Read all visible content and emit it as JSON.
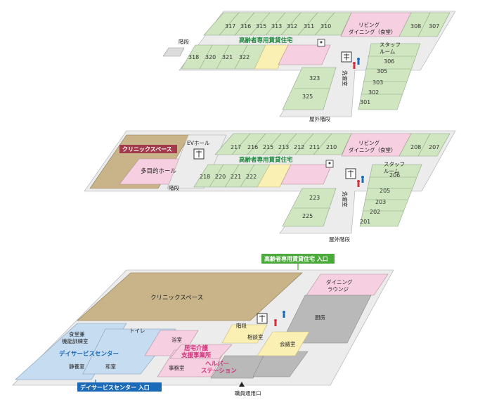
{
  "floor3": {
    "rooms_top": [
      "317",
      "316",
      "315",
      "313",
      "312",
      "311",
      "310"
    ],
    "rooms_right": [
      "308",
      "307"
    ],
    "rooms_left": [
      "318",
      "320",
      "321",
      "322"
    ],
    "rooms_east": [
      "306",
      "305",
      "303",
      "302",
      "301"
    ],
    "rooms_inner": [
      "323",
      "325"
    ],
    "living": "リビング\nダイニング（食堂）",
    "living_l1": "リビング",
    "living_l2": "ダイニング（食堂）",
    "title": "高齢者専用賃貸住宅",
    "stairs": "階段",
    "staff_l1": "スタッフ",
    "staff_l2": "ルーム",
    "laundry": "洗濯室",
    "outdoor_stairs": "屋外階段"
  },
  "floor2": {
    "rooms_top": [
      "217",
      "216",
      "215",
      "213",
      "212",
      "211",
      "210"
    ],
    "rooms_right": [
      "208",
      "207"
    ],
    "rooms_left": [
      "218",
      "220",
      "221",
      "222"
    ],
    "rooms_east": [
      "206",
      "205",
      "203",
      "202",
      "201"
    ],
    "rooms_inner": [
      "223",
      "225"
    ],
    "living_l1": "リビング",
    "living_l2": "ダイニング（食堂）",
    "title": "高齢者専用賃貸住宅",
    "clinic": "クリニックスペース",
    "ev_hall": "EVホール",
    "multi": "多目的ホール",
    "stairs": "階段",
    "staff_l1": "スタッフ",
    "staff_l2": "ルーム",
    "laundry": "洗濯室",
    "outdoor_stairs": "屋外階段"
  },
  "floor1": {
    "entrance_housing": "高齢者専用賃貸住宅 入口",
    "dining_l1": "ダイニング",
    "dining_l2": "ラウンジ",
    "clinic": "クリニックスペース",
    "kitchen": "厨房",
    "stairs": "階段",
    "consult": "相談室",
    "meeting": "会議室",
    "toilet": "トイレ",
    "bath": "浴室",
    "dining_train_l1": "食堂兼",
    "dining_train_l2": "機能訓練室",
    "day_service": "デイサービスセンター",
    "quiet": "静養室",
    "japanese": "和室",
    "office": "事務室",
    "home_care_l1": "居宅介護",
    "home_care_l2": "支援事業所",
    "helper_l1": "ヘルパー",
    "helper_l2": "ステーション",
    "staff_entrance": "職員通用口",
    "day_entrance": "デイサービスセンター 入口"
  },
  "colors": {
    "green": "#cfe6c0",
    "pink": "#f6cfe0",
    "brown": "#c9b48a",
    "blue": "#c6dcf0",
    "gray": "#b9b9b9",
    "yellow": "#faf0b4",
    "corridor": "#ececec"
  }
}
